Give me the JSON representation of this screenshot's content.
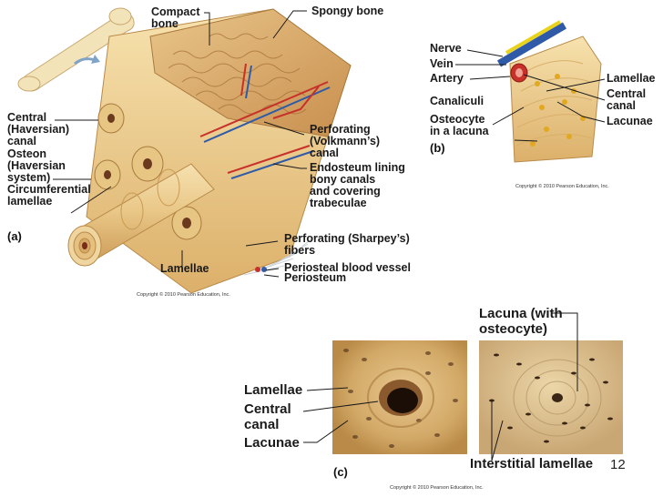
{
  "panel_a": {
    "tag": "(a)",
    "labels": {
      "compact_bone": "Compact\nbone",
      "spongy_bone": "Spongy bone",
      "central_canal": "Central\n(Haversian)\ncanal",
      "osteon": "Osteon\n(Haversian\nsystem)",
      "circumferential_lamellae": "Circumferential\nlamellae",
      "perforating_canal": "Perforating\n(Volkmann’s)\ncanal",
      "endosteum": "Endosteum lining\nbony canals\nand covering\ntrabeculae",
      "sharpey_fibers": "Perforating (Sharpey’s)\nfibers",
      "lamellae": "Lamellae",
      "periosteal_vessel": "Periosteal blood vessel",
      "periosteum": "Periosteum"
    },
    "copyright": "Copyright © 2010 Pearson Education, Inc."
  },
  "panel_b": {
    "tag": "(b)",
    "labels": {
      "nerve": "Nerve",
      "vein": "Vein",
      "artery": "Artery",
      "canaliculi": "Canaliculi",
      "osteocyte": "Osteocyte\nin a lacuna",
      "lamellae": "Lamellae",
      "central_canal": "Central\ncanal",
      "lacunae": "Lacunae"
    },
    "copyright": "Copyright © 2010 Pearson Education, Inc."
  },
  "panel_c": {
    "tag": "(c)",
    "labels": {
      "lacuna": "Lacuna (with\nosteocyte)",
      "lamellae": "Lamellae",
      "central_canal": "Central\ncanal",
      "lacunae": "Lacunae",
      "interstitial": "Interstitial lamellae"
    },
    "copyright": "Copyright © 2010 Pearson Education, Inc."
  },
  "page_number": "12",
  "colors": {
    "bone_light": "#f4dca0",
    "bone_mid": "#e8c27a",
    "bone_dark": "#c99a52",
    "artery": "#c8302a",
    "vein": "#2e5aa8",
    "nerve": "#e8d21a",
    "leader": "#1a1a1a"
  }
}
